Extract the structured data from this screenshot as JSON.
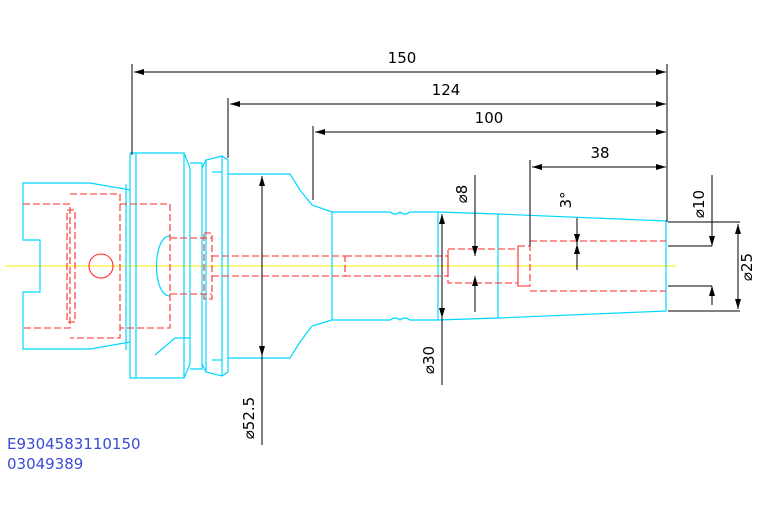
{
  "dimensions": {
    "len_150": "150",
    "len_124": "124",
    "len_100": "100",
    "len_38": "38",
    "dia_10": "⌀10",
    "dia_25": "⌀25",
    "dia_8": "⌀8",
    "dia_30": "⌀30",
    "dia_52_5": "⌀52.5",
    "angle_3": "3°"
  },
  "codes": {
    "part_number": "E9304583110150",
    "order_number": "03049389"
  },
  "colors": {
    "outline": "#00d8ff",
    "hidden": "#ff2a2a",
    "centerline": "#ffee00",
    "dimension": "#000000",
    "code_text": "#3b4bd6"
  }
}
